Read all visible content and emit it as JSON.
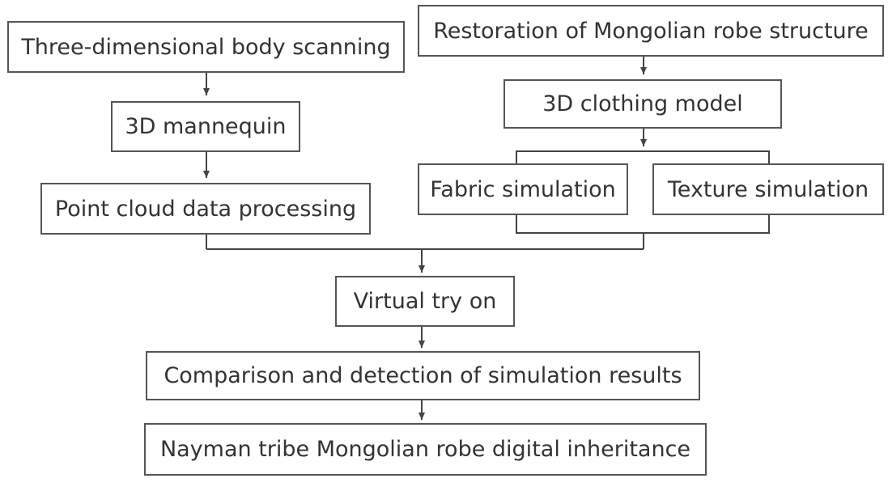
{
  "diagram": {
    "type": "flowchart",
    "colors": {
      "border": "#555555",
      "text": "#333333",
      "connector": "#444444",
      "background": "#ffffff"
    },
    "nodes": {
      "body_scanning": "Three-dimensional body scanning",
      "mannequin": "3D mannequin",
      "point_cloud": "Point cloud data processing",
      "robe_restoration": "Restoration of Mongolian robe structure",
      "clothing_model": "3D clothing model",
      "fabric_simulation": "Fabric simulation",
      "texture_simulation": "Texture simulation",
      "virtual_try_on": "Virtual try on",
      "comparison": "Comparison and detection of simulation results",
      "inheritance": "Nayman tribe Mongolian robe digital inheritance"
    },
    "edges": [
      [
        "body_scanning",
        "mannequin"
      ],
      [
        "mannequin",
        "point_cloud"
      ],
      [
        "robe_restoration",
        "clothing_model"
      ],
      [
        "clothing_model",
        "fabric_simulation"
      ],
      [
        "clothing_model",
        "texture_simulation"
      ],
      [
        "point_cloud",
        "virtual_try_on"
      ],
      [
        "fabric_simulation",
        "virtual_try_on"
      ],
      [
        "texture_simulation",
        "virtual_try_on"
      ],
      [
        "virtual_try_on",
        "comparison"
      ],
      [
        "comparison",
        "inheritance"
      ]
    ]
  }
}
